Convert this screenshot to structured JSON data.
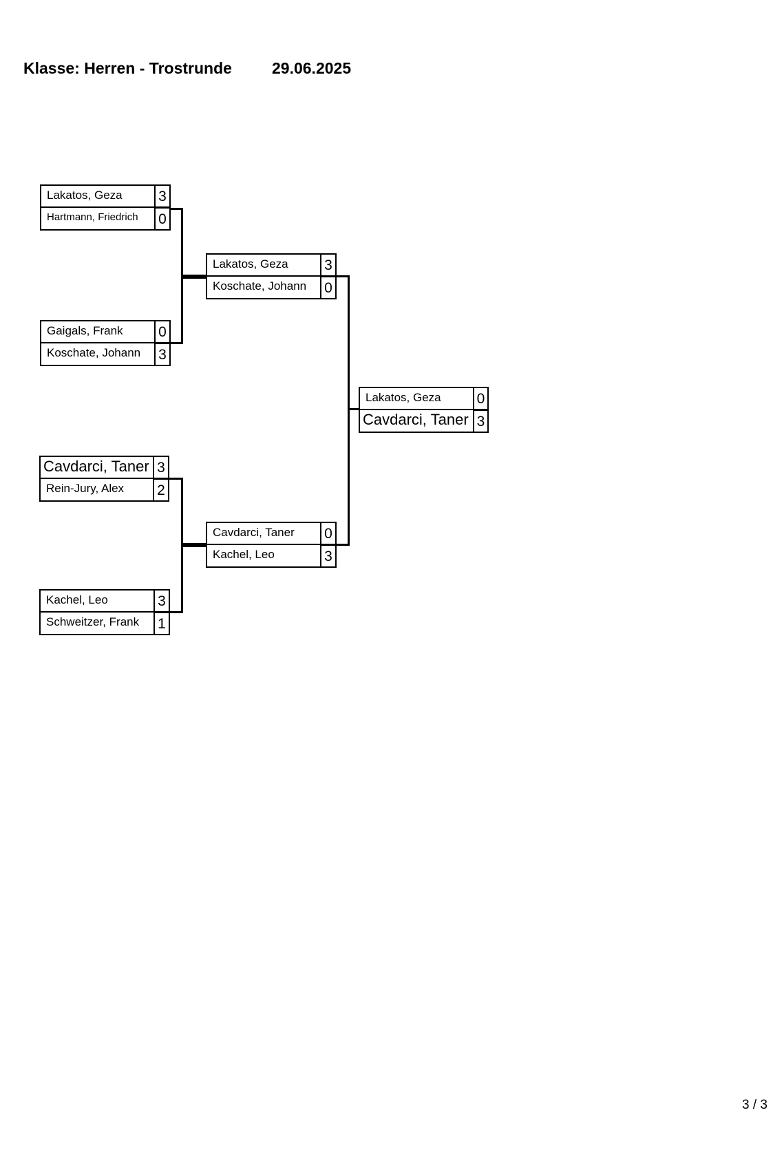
{
  "header": {
    "title": "Klasse: Herren - Trostrunde",
    "date": "29.06.2025"
  },
  "bracket": {
    "round1": [
      {
        "p1": {
          "name": "Lakatos, Geza",
          "score": "3"
        },
        "p2": {
          "name": "Hartmann, Friedrich",
          "score": "0"
        }
      },
      {
        "p1": {
          "name": "Gaigals, Frank",
          "score": "0"
        },
        "p2": {
          "name": "Koschate, Johann",
          "score": "3"
        }
      },
      {
        "p1": {
          "name": "Cavdarci, Taner",
          "score": "3"
        },
        "p2": {
          "name": "Rein-Jury, Alex",
          "score": "2"
        }
      },
      {
        "p1": {
          "name": "Kachel, Leo",
          "score": "3"
        },
        "p2": {
          "name": "Schweitzer, Frank",
          "score": "1"
        }
      }
    ],
    "round2": [
      {
        "p1": {
          "name": "Lakatos, Geza",
          "score": "3"
        },
        "p2": {
          "name": "Koschate, Johann",
          "score": "0"
        }
      },
      {
        "p1": {
          "name": "Cavdarci, Taner",
          "score": "0"
        },
        "p2": {
          "name": "Kachel, Leo",
          "score": "3"
        }
      }
    ],
    "final": [
      {
        "p1": {
          "name": "Lakatos, Geza",
          "score": "0"
        },
        "p2": {
          "name": "Cavdarci, Taner",
          "score": "3"
        }
      }
    ]
  },
  "footer": {
    "page": "3 / 3"
  }
}
